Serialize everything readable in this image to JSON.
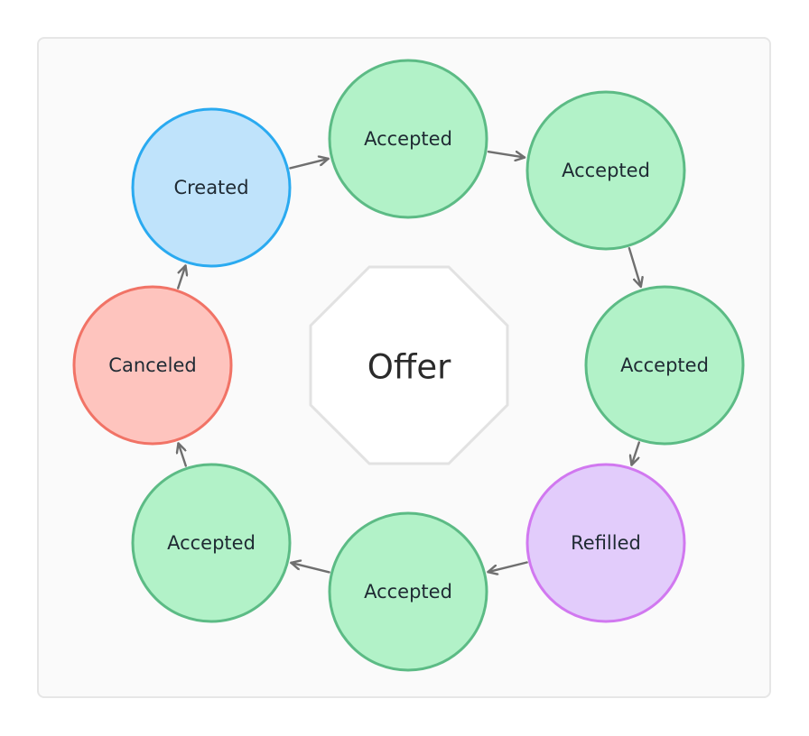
{
  "center": {
    "label": "Offer",
    "fill": "#ffffff",
    "stroke": "#e2e2e2"
  },
  "colors": {
    "edge": "#6f6f6f",
    "created_fill": "#bfe3fb",
    "created_stroke": "#2aaaf0",
    "accepted_fill": "#b2f2c8",
    "accepted_stroke": "#5cbb85",
    "refilled_fill": "#e2ccfb",
    "refilled_stroke": "#d178f0",
    "canceled_fill": "#fec4be",
    "canceled_stroke": "#f17366"
  },
  "nodes": [
    {
      "label": "Created",
      "state": "created"
    },
    {
      "label": "Accepted",
      "state": "accepted"
    },
    {
      "label": "Accepted",
      "state": "accepted"
    },
    {
      "label": "Accepted",
      "state": "accepted"
    },
    {
      "label": "Refilled",
      "state": "refilled"
    },
    {
      "label": "Accepted",
      "state": "accepted"
    },
    {
      "label": "Accepted",
      "state": "accepted"
    },
    {
      "label": "Canceled",
      "state": "canceled"
    }
  ]
}
